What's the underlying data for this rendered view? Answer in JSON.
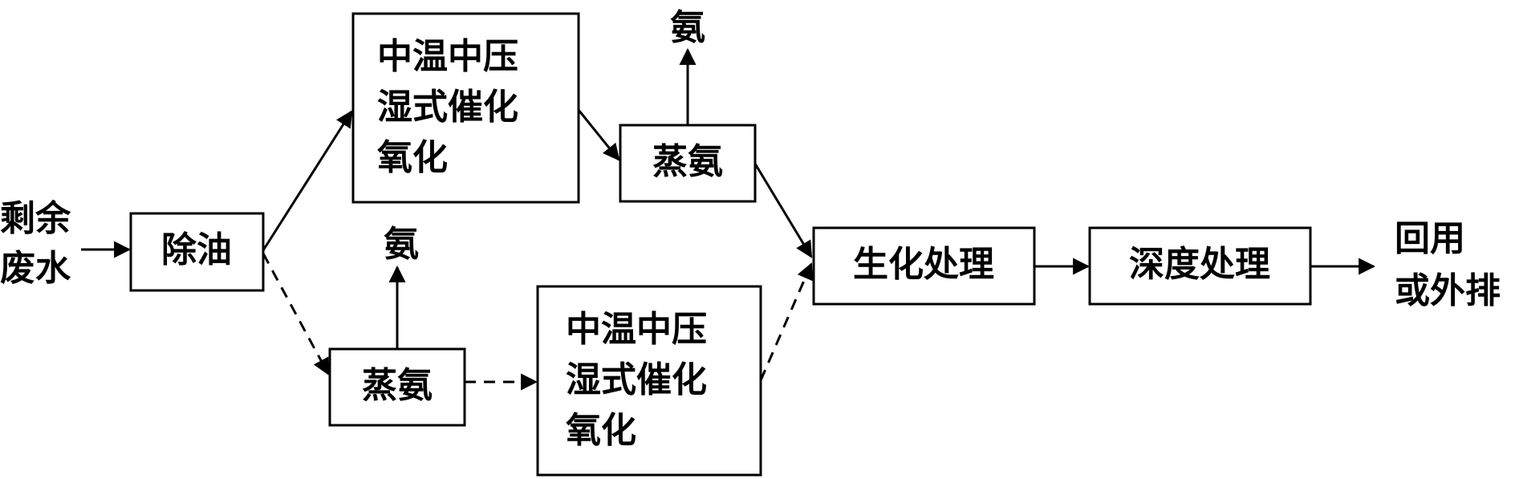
{
  "diagram": {
    "input_label": [
      "剩余",
      "废水"
    ],
    "output_label": [
      "回用",
      "或外排"
    ],
    "nodes": {
      "oil_removal": "除油",
      "wet_oxidation_top": [
        "中温中压",
        "湿式催化",
        "氧化"
      ],
      "ammonia_stripping_top": "蒸氨",
      "ammonia_top": "氨",
      "ammonia_stripping_bottom": "蒸氨",
      "ammonia_bottom": "氨",
      "wet_oxidation_bottom": [
        "中温中压",
        "湿式催化",
        "氧化"
      ],
      "biochemical": "生化处理",
      "advanced": "深度处理"
    }
  },
  "colors": {
    "line": "#000000",
    "background": "#ffffff"
  }
}
